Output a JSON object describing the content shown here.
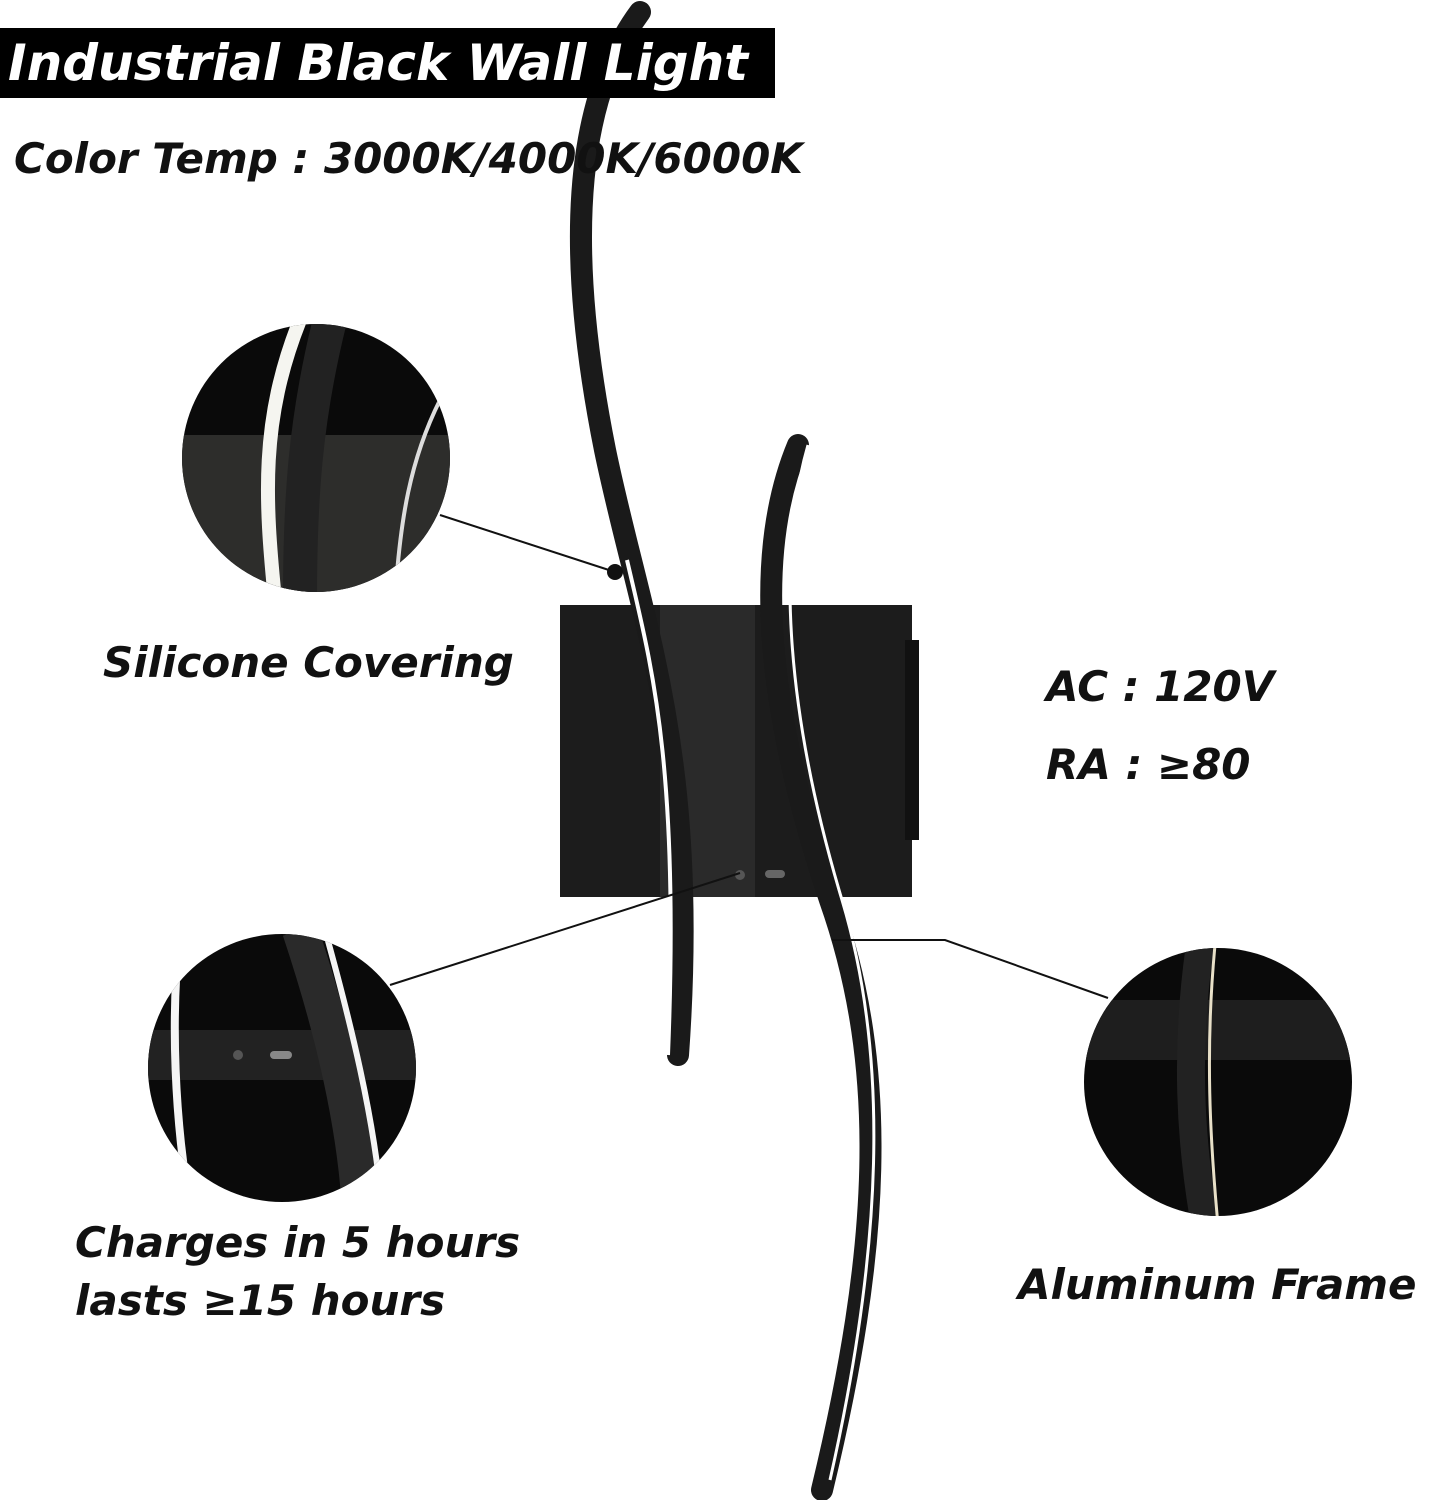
{
  "title": "Industrial Black Wall Light",
  "color_temp": "Color Temp :  3000K/4000K/6000K",
  "features": {
    "silicone": "Silicone Covering",
    "voltage": "AC :  120V",
    "ra": "RA :  ≥80",
    "charge_line1": "Charges in 5 hours",
    "charge_line2": "lasts ≥15 hours",
    "frame": "Aluminum Frame"
  }
}
